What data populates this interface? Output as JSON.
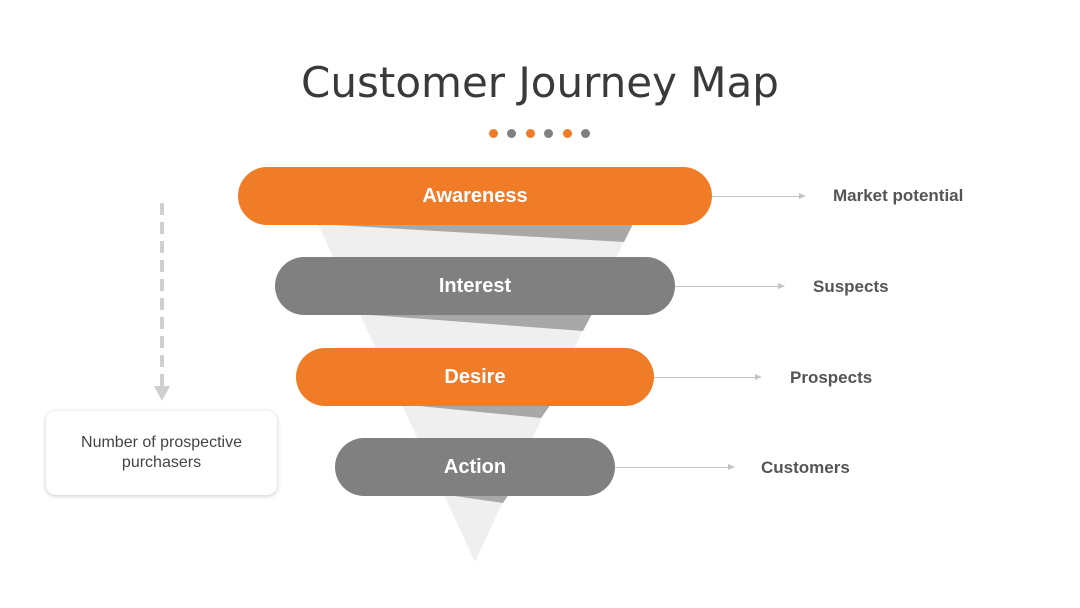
{
  "title": "Customer Journey Map",
  "colors": {
    "orange": "#F07C28",
    "gray": "#808080",
    "funnel_light": "#EFEFEF",
    "funnel_shadow": "#A8A8A8",
    "arrow": "#C4C4C4"
  },
  "dots": [
    "orange",
    "gray",
    "orange",
    "gray",
    "orange",
    "gray"
  ],
  "stages": [
    {
      "label": "Awareness",
      "color": "orange",
      "outcome": "Market potential"
    },
    {
      "label": "Interest",
      "color": "gray",
      "outcome": "Suspects"
    },
    {
      "label": "Desire",
      "color": "orange",
      "outcome": "Prospects"
    },
    {
      "label": "Action",
      "color": "gray",
      "outcome": "Customers"
    }
  ],
  "note": "Number of prospective purchasers"
}
